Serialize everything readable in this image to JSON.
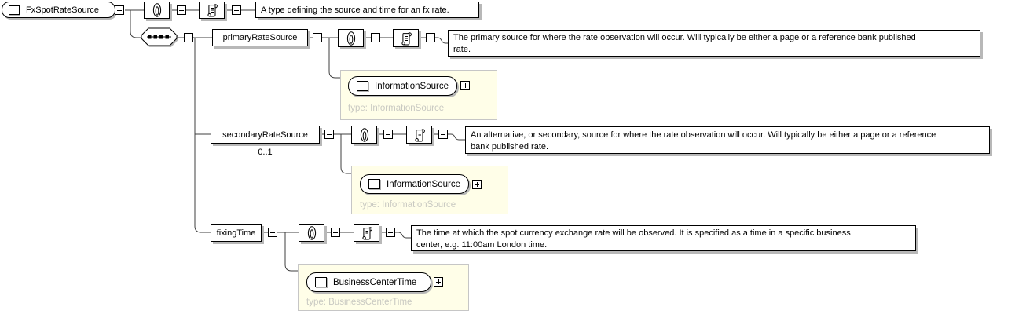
{
  "root": {
    "label": "FxSpotRateSource",
    "documentation": "A type defining the source and time for an fx rate."
  },
  "elements": [
    {
      "name": "primaryRateSource",
      "cardinality": "",
      "documentation_lines": [
        "The primary source for where the rate observation will occur. Will typically be either a page or a reference bank published",
        "rate."
      ],
      "type_label": "InformationSource",
      "type_caption": "type: InformationSource"
    },
    {
      "name": "secondaryRateSource",
      "cardinality": "0..1",
      "documentation_lines": [
        "An alternative, or secondary, source for where the rate observation will occur. Will typically be either a page or a reference",
        "bank published rate."
      ],
      "type_label": "InformationSource",
      "type_caption": "type: InformationSource"
    },
    {
      "name": "fixingTime",
      "cardinality": "",
      "documentation_lines": [
        "The time at which the spot currency exchange rate will be observed. It is specified as a time in a specific business",
        "center, e.g. 11:00am London time."
      ],
      "type_label": "BusinessCenterTime",
      "type_caption": "type: BusinessCenterTime"
    }
  ],
  "icons": {
    "annotation": "paperclip",
    "documentation": "scroll",
    "sequence": "dotted-octagon",
    "collapse": "minus",
    "expand": "plus",
    "type_marker": "white-square"
  },
  "colors": {
    "panel_bg": "#fffee8",
    "panel_border": "#c6c6c6",
    "box_shadow": "#b8b8b8",
    "line": "#3f3f3f",
    "caption_text": "#c9c9c2"
  }
}
